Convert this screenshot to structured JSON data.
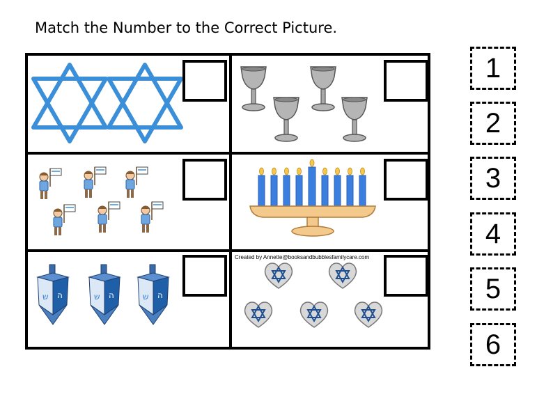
{
  "title": "Match the Number to the Correct Picture.",
  "credit": "Created by Annette@booksandbubblesfamilycare.com",
  "cells": [
    {
      "id": "stars",
      "icon": "star-of-david-icon",
      "count": 2
    },
    {
      "id": "cups",
      "icon": "kiddush-cup-icon",
      "count": 4
    },
    {
      "id": "boys",
      "icon": "boy-with-flag-icon",
      "count": 6
    },
    {
      "id": "menorah",
      "icon": "menorah-icon",
      "count": 1
    },
    {
      "id": "dreidels",
      "icon": "dreidel-icon",
      "count": 3
    },
    {
      "id": "hearts",
      "icon": "heart-star-icon",
      "count": 5
    }
  ],
  "numbers": [
    "1",
    "2",
    "3",
    "4",
    "5",
    "6"
  ],
  "colors": {
    "blue": "#3a8fd8",
    "gold": "#f0c070",
    "silver": "#a8a8a8",
    "navy": "#1f4f8f"
  }
}
